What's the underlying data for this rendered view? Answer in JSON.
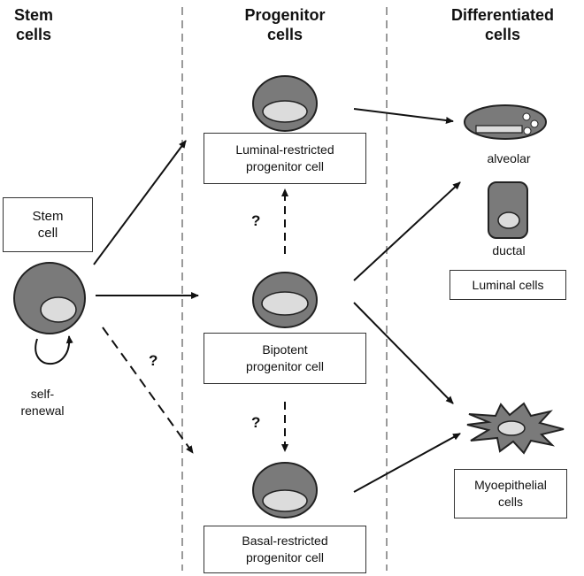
{
  "headers": {
    "stem": "Stem\ncells",
    "progenitor": "Progenitor\ncells",
    "differentiated": "Differentiated\ncells"
  },
  "boxes": {
    "stem_cell": "Stem\ncell",
    "luminal_restricted": "Luminal-restricted\nprogenitor cell",
    "bipotent": "Bipotent\nprogenitor cell",
    "basal_restricted": "Basal-restricted\nprogenitor cell",
    "luminal_cells": "Luminal cells",
    "myoepithelial": "Myoepithelial\ncells"
  },
  "labels": {
    "self_renewal": "self-\nrenewal",
    "alveolar": "alveolar",
    "ductal": "ductal",
    "question_mark": "?"
  },
  "colors": {
    "cell_fill": "#7a7a7a",
    "nucleus_fill": "#dcdcdc",
    "stroke": "#222222",
    "divider": "#9a9a9a"
  }
}
